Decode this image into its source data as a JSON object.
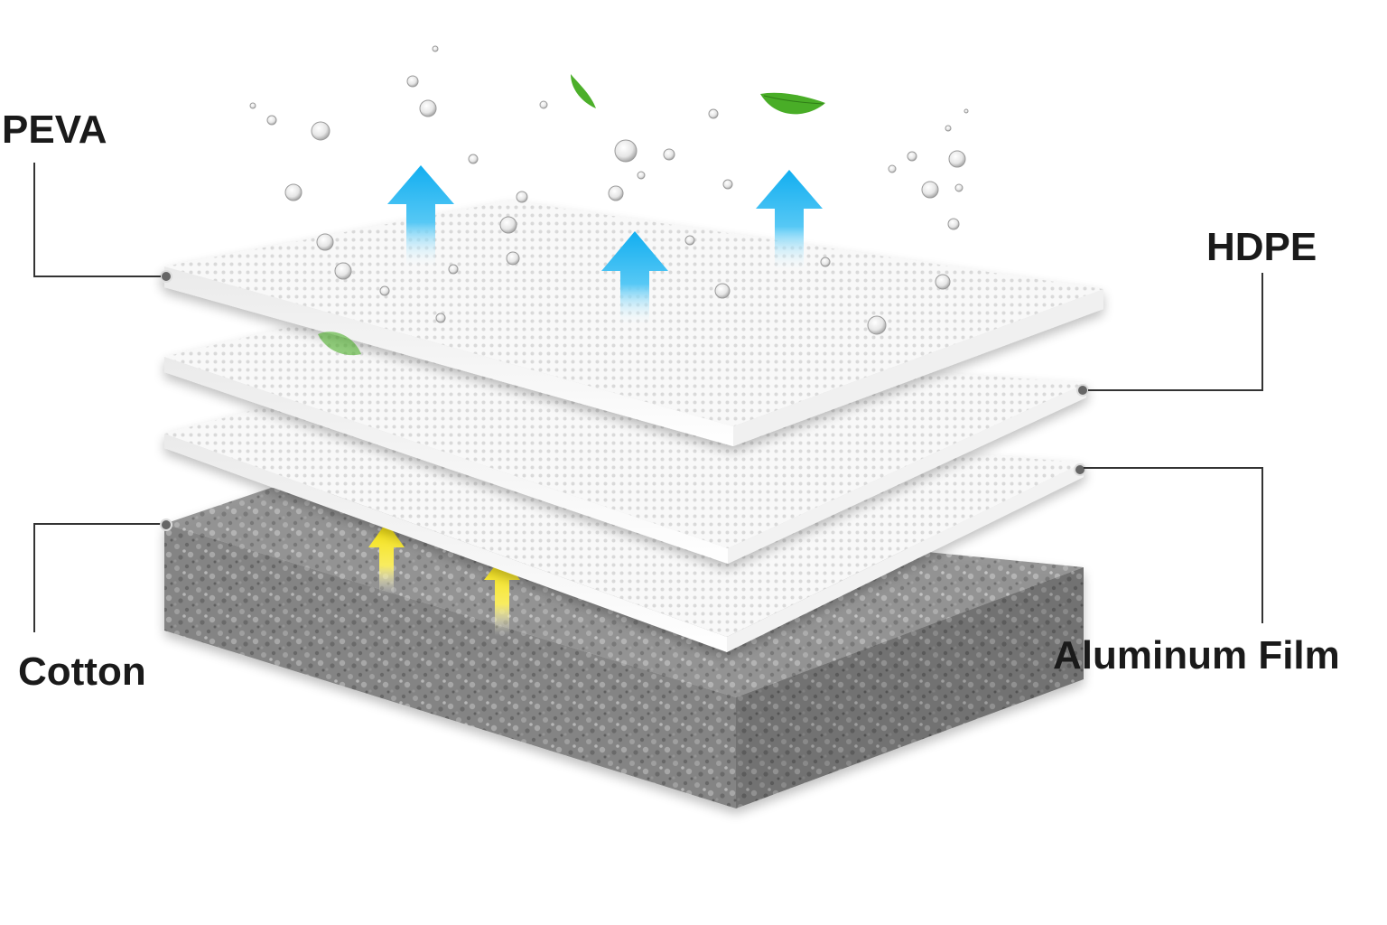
{
  "layers": [
    {
      "id": "peva",
      "name": "PEVA"
    },
    {
      "id": "hdpe",
      "name": "HDPE"
    },
    {
      "id": "aluminum",
      "name": "Aluminum Film"
    },
    {
      "id": "cotton",
      "name": "Cotton"
    }
  ],
  "colors": {
    "label_text": "#1a1a1a",
    "leader_line": "#333333",
    "sheet_top": "#f7f7f7",
    "sheet_edge": "#ffffff",
    "cotton_top": "#9a9a9a",
    "cotton_side": "#7d7d7d",
    "vapor_arrow": "#1ab3f0",
    "heat_arrow": "#f5e10a",
    "leaf": "#4caf2a"
  },
  "icons": {
    "vapor_arrow": "up-arrow-icon",
    "heat_arrow": "up-arrow-icon",
    "droplet": "water-droplet-icon",
    "leaf": "leaf-icon"
  }
}
